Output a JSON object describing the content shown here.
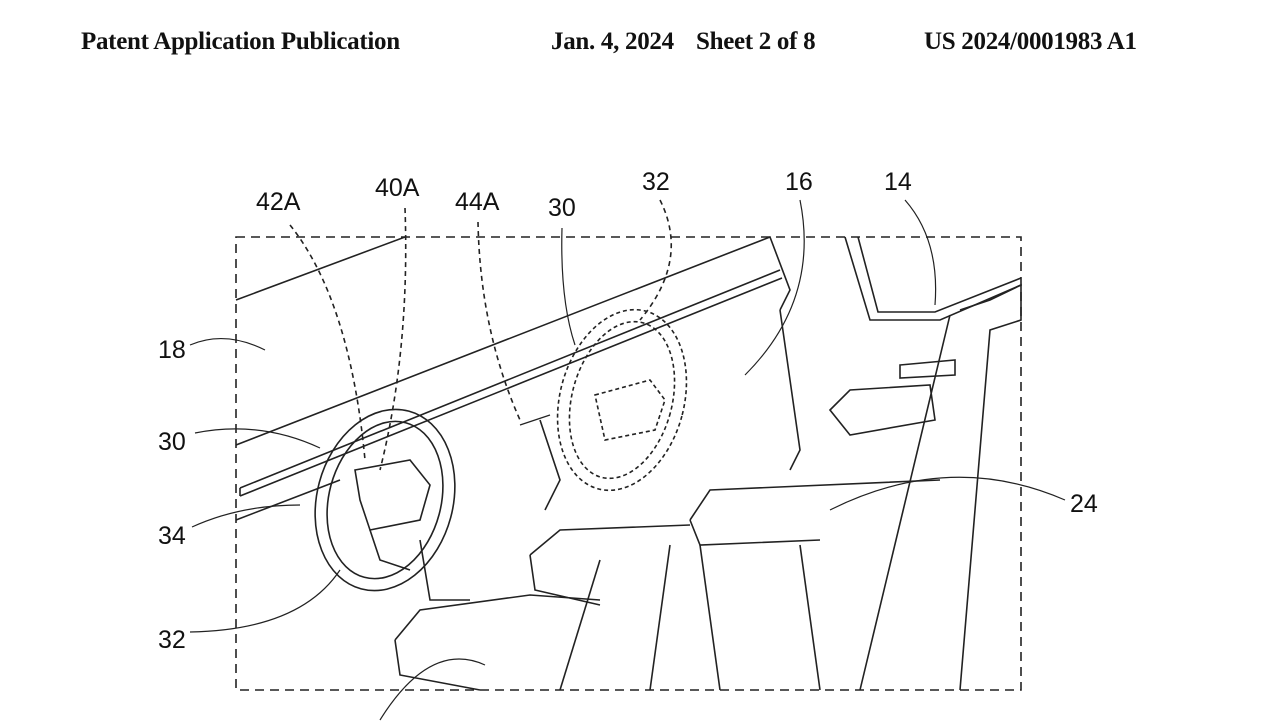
{
  "header": {
    "title": "Patent Application Publication",
    "date": "Jan. 4, 2024",
    "sheet": "Sheet 2 of 8",
    "pub_number": "US 2024/0001983 A1"
  },
  "figure": {
    "labels": {
      "l42a": "42A",
      "l40a": "40A",
      "l44a": "44A",
      "l30_top": "30",
      "l32_top": "32",
      "l16": "16",
      "l14": "14",
      "l18": "18",
      "l30_left": "30",
      "l34": "34",
      "l32_left": "32",
      "l24": "24"
    }
  }
}
